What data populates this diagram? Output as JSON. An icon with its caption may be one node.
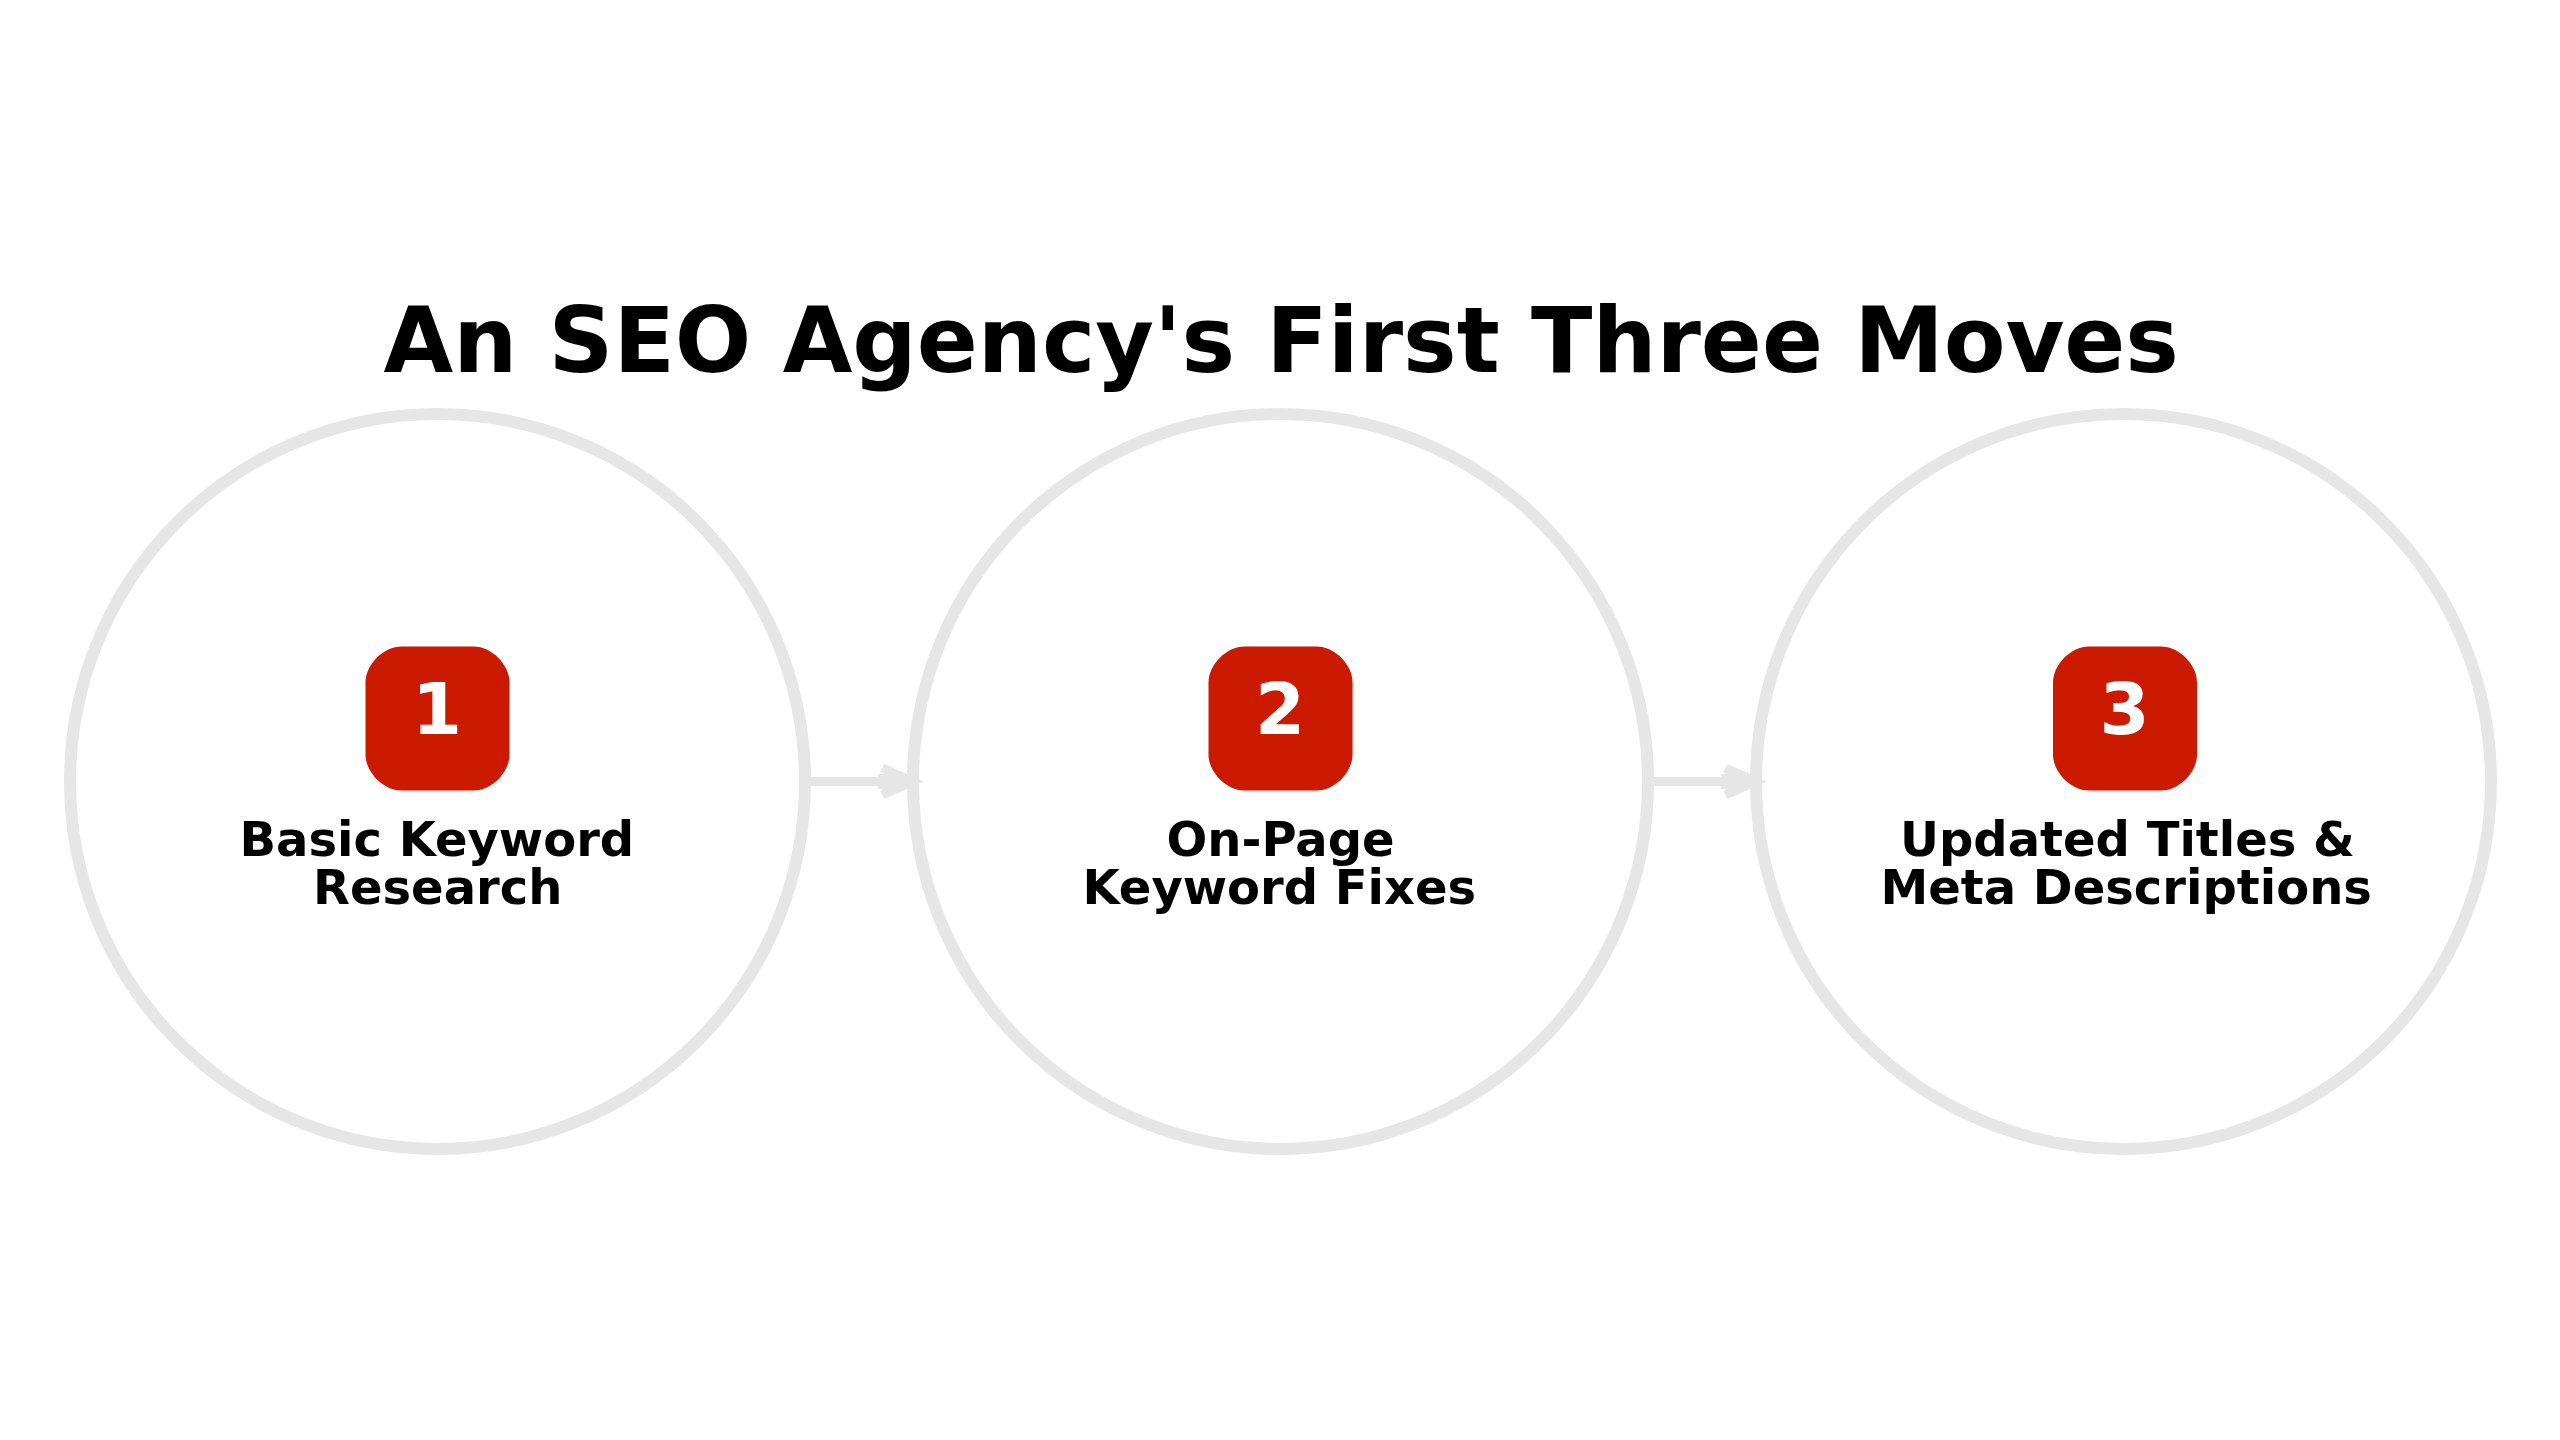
{
  "diagram": {
    "title": "An SEO Agency's First Three Moves",
    "nodes": [
      {
        "text": [
          "1",
          "Basic Keyword Research"
        ]
      },
      {
        "text": [
          "2",
          "On-Page Keyword Fixes"
        ]
      },
      {
        "text": [
          "3",
          "Updated Titles & Meta Descriptions"
        ]
      }
    ],
    "edges": [
      {
        "from": 0,
        "to": 1,
        "arrow": "to",
        "color": "#e6e6e6"
      },
      {
        "from": 1,
        "to": 2,
        "arrow": "to",
        "color": "#e6e6e6"
      }
    ]
  }
}
